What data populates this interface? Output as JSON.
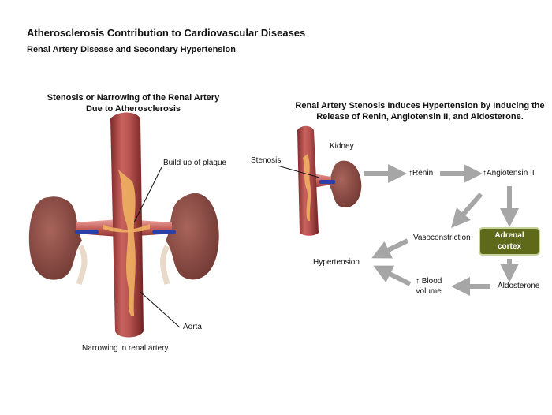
{
  "title": "Atherosclerosis Contribution to Cardiovascular Diseases",
  "subtitle": "Renal Artery Disease and Secondary Hypertension",
  "left_panel": {
    "heading_line1": "Stenosis or Narrowing of the Renal Artery",
    "heading_line2": "Due to Atherosclerosis",
    "label_plaque": "Build up of plaque",
    "label_aorta": "Aorta",
    "label_narrowing": "Narrowing in renal artery"
  },
  "right_panel": {
    "heading_line1": "Renal Artery Stenosis Induces Hypertension by Inducing the",
    "heading_line2": "Release of Renin, Angiotensin II, and Aldosterone.",
    "label_kidney": "Kidney",
    "label_stenosis": "Stenosis",
    "renin": "↑Renin",
    "angiotensin": "↑Angiotensin II",
    "vasoconstriction": "Vasoconstriction",
    "adrenal_line1": "Adrenal",
    "adrenal_line2": "cortex",
    "hypertension": "Hypertension",
    "blood_volume_line1": "↑ Blood",
    "blood_volume_line2": "volume",
    "aldosterone": "Aldosterone"
  },
  "colors": {
    "artery": "#b5514f",
    "artery_dark": "#7d2a2a",
    "kidney": "#8a4b42",
    "plaque": "#f0b060",
    "vein": "#2b3fa8",
    "arrow": "#a6a6a6",
    "adrenal": "#5e6a19"
  }
}
